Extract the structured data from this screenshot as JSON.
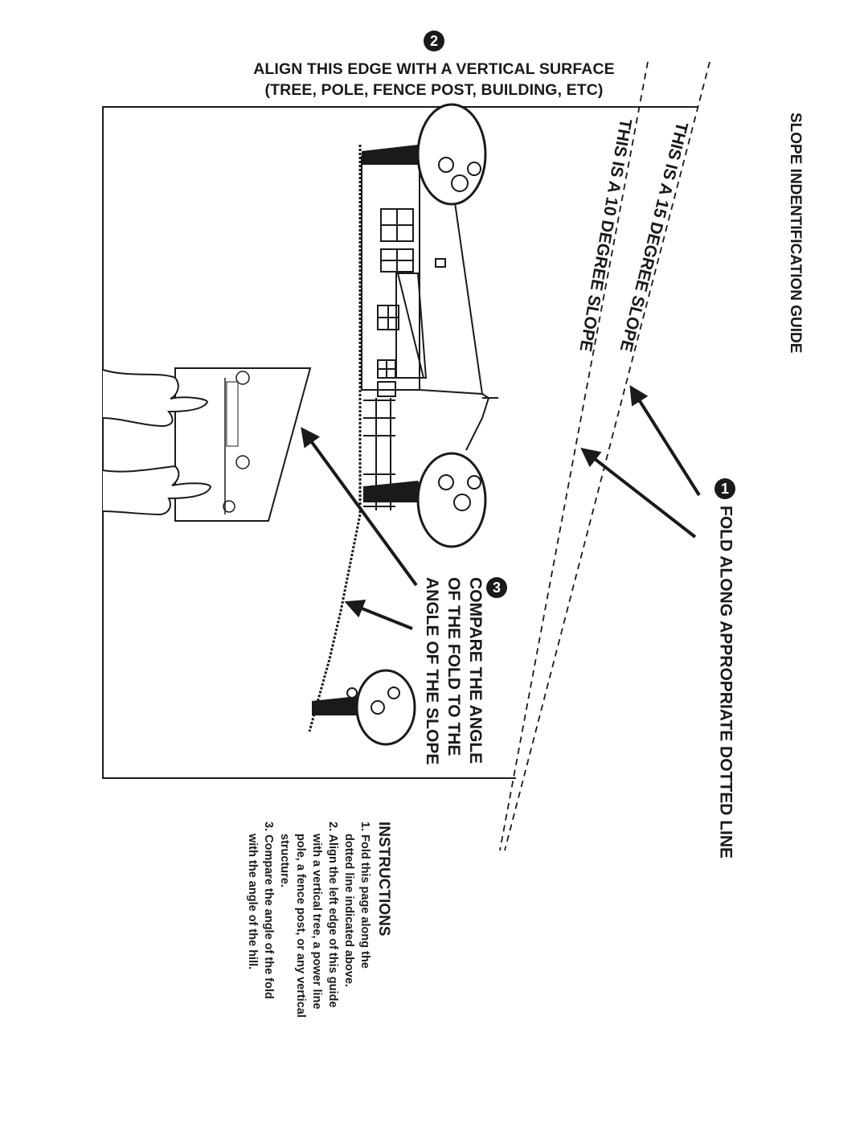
{
  "header": {
    "step_number": "2",
    "line1": "ALIGN THIS EDGE WITH A VERTICAL SURFACE",
    "line2": "(TREE, POLE, FENCE POST, BUILDING, ETC)"
  },
  "title": "SLOPE INDENTIFICATION GUIDE",
  "fold": {
    "step_number": "1",
    "label": "FOLD ALONG APPROPRIATE DOTTED LINE"
  },
  "slopes": {
    "fifteen": "THIS IS A 15 DEGREE SLOPE",
    "ten": "THIS IS A 10 DEGREE SLOPE"
  },
  "compare": {
    "step_number": "3",
    "line1": "COMPARE THE ANGLE",
    "line2": "OF THE FOLD TO THE",
    "line3": "ANGLE OF THE SLOPE"
  },
  "instructions": {
    "heading": "INSTRUCTIONS",
    "lines": [
      "1. Fold this page along the",
      "dotted line indicated above.",
      "2. Align the left edge of this guide",
      "with a vertical tree, a power line",
      "pole, a fence post, or any vertical",
      "structure.",
      "3. Compare the angle of the fold",
      "with the angle of the hill."
    ]
  },
  "colors": {
    "ink": "#1a1a1a",
    "paper": "#ffffff"
  },
  "icons": [
    "tree-icon",
    "house-icon",
    "hand-icon",
    "arrow-icon"
  ]
}
